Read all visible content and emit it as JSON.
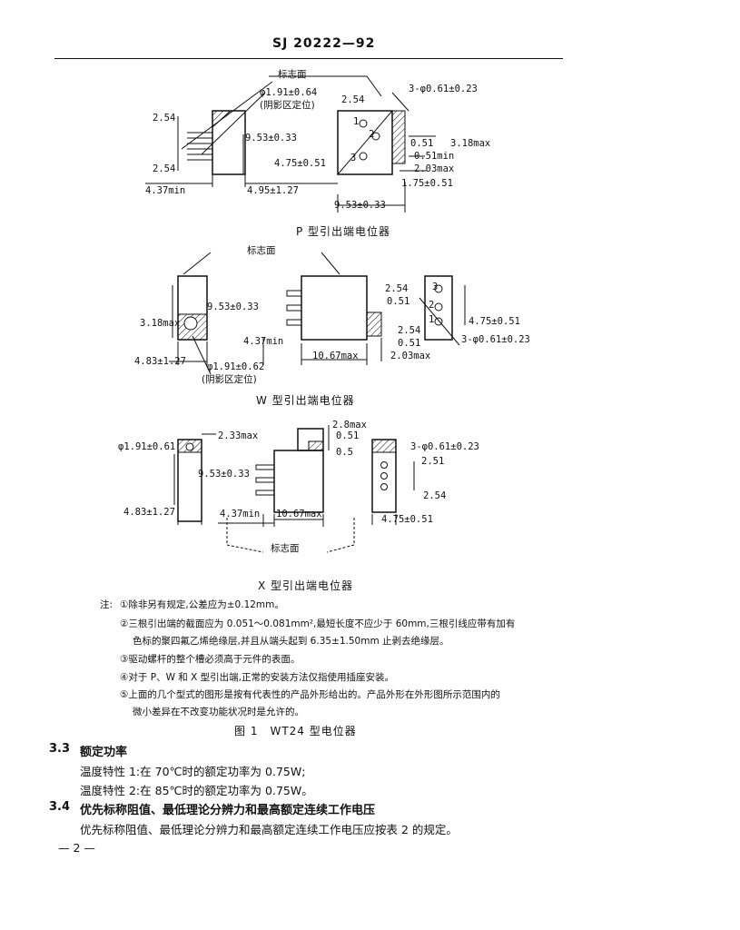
{
  "header": {
    "standard_code": "SJ 20222—92"
  },
  "figure": {
    "p_type": {
      "marking_face": "标志面",
      "diam_pin": "φ1.91±0.64",
      "shade_note": "(阴影区定位)",
      "dim_254_left": "2.54",
      "dim_254_left_b": "2.54",
      "dim_953": "9.53±0.33",
      "dim_475": "4.75±0.51",
      "dim_437": "4.37min",
      "dim_495": "4.95±1.27",
      "dim_254_top": "2.54",
      "three_pins": "3-φ0.61±0.23",
      "dim_051": "0.51",
      "dim_318": "3.18max",
      "dim_051b": "0.51min",
      "dim_203": "2.03max",
      "dim_175": "1.75±0.51",
      "dim_953_bottom": "9.53±0.33",
      "pin_1": "1",
      "pin_2": "2",
      "pin_3": "3",
      "caption": "P 型引出端电位器"
    },
    "w_type": {
      "marking_face": "标志面",
      "dim_953": "9.53±0.33",
      "dim_318": "3.18max",
      "dim_437": "4.37min",
      "dim_483": "4.83±1.27",
      "diam_pin": "φ1.91±0.62",
      "shade_note": "(阴影区定位)",
      "dim_1067": "10.67max",
      "dim_203": "2.03max",
      "dim_254a": "2.54",
      "dim_051a": "0.51",
      "dim_254b": "2.54",
      "dim_051b": "0.51",
      "dim_475": "4.75±0.51",
      "three_pins": "3-φ0.61±0.23",
      "pin_1": "1",
      "pin_2": "2",
      "pin_3": "3",
      "caption": "W 型引出端电位器"
    },
    "x_type": {
      "diam_pin": "φ1.91±0.61",
      "dim_233": "2.33max",
      "dim_953": "9.53±0.33",
      "dim_483": "4.83±1.27",
      "dim_437": "4.37min",
      "dim_1067": "10.67max",
      "dim_28": "2.8max",
      "dim_051": "0.51",
      "dim_05": "0.5",
      "three_pins": "3-φ0.61±0.23",
      "dim_251": "2.51",
      "dim_254": "2.54",
      "dim_475": "4.75±0.51",
      "marking_face": "标志面",
      "caption": "X 型引出端电位器"
    }
  },
  "notes": {
    "label": "注:",
    "n1": "①除非另有规定,公差应为±0.12mm。",
    "n2a": "②三根引出端的截面应为 0.051～0.081mm²,最短长度不应少于 60mm,三根引线应带有加有",
    "n2b": "色标的聚四氟乙烯绝缘层,并且从端头起到 6.35±1.50mm 止剥去绝缘层。",
    "n3": "③驱动螺杆的整个槽必须高于元件的表面。",
    "n4": "④对于 P、W 和 X 型引出端,正常的安装方法仅指使用插座安装。",
    "n5a": "⑤上面的几个型式的图形是按有代表性的产品外形给出的。产品外形在外形图所示范围内的",
    "n5b": "微小差异在不改变功能状况时是允许的。"
  },
  "figure_caption": "图 1　WT24 型电位器",
  "section_3_3": {
    "number": "3.3",
    "title": "额定功率",
    "line1": "温度特性 1:在 70℃时的额定功率为 0.75W;",
    "line2": "温度特性 2:在 85℃时的额定功率为 0.75W。"
  },
  "section_3_4": {
    "number": "3.4",
    "title": "优先标称阻值、最低理论分辨力和最高额定连续工作电压",
    "line1": "优先标称阻值、最低理论分辨力和最高额定连续工作电压应按表 2 的规定。"
  },
  "page_number": "— 2 —"
}
